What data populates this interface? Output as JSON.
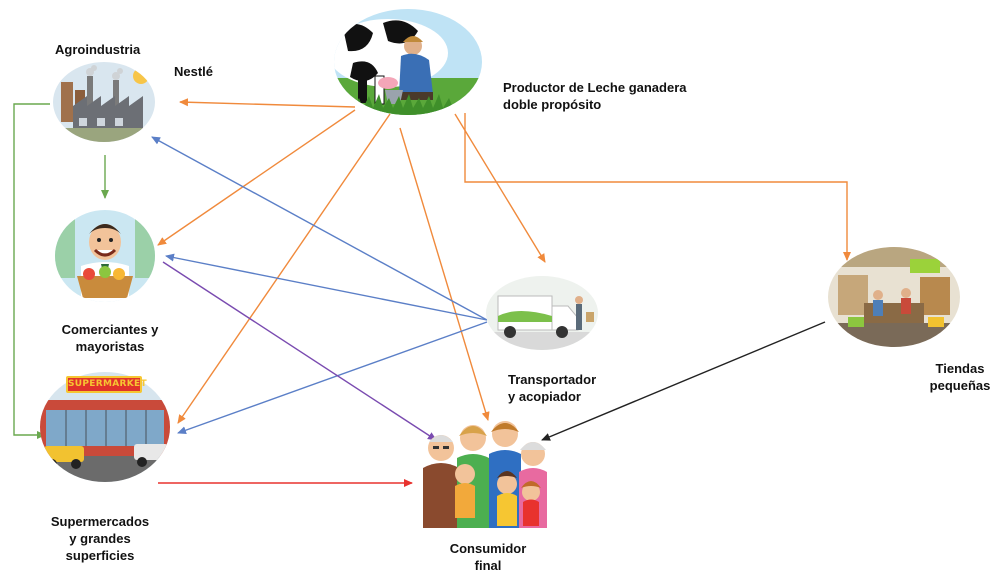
{
  "nodes": {
    "producer": {
      "label_line1": "Productor de Leche ganadera",
      "label_line2": "doble propósito"
    },
    "agro": {
      "label": "Agroindustria",
      "brand": "Nestlé"
    },
    "merchants": {
      "label_line1": "Comerciantes y",
      "label_line2": "mayoristas"
    },
    "supermarkets": {
      "label_line1": "Supermercados",
      "label_line2": "y grandes",
      "label_line3": "superficies",
      "sign_text": "SUPERMARKET"
    },
    "transporter": {
      "label_line1": "Transportador",
      "label_line2": "y acopiador"
    },
    "shops": {
      "label_line1": "Tiendas",
      "label_line2": "pequeñas"
    },
    "consumer": {
      "label_line1": "Consumidor",
      "label_line2": "final"
    }
  },
  "colors": {
    "orange": "#f08a3c",
    "blue": "#5b7fc7",
    "purple": "#7a4bb0",
    "green": "#6aa84f",
    "red": "#e8322e",
    "black": "#222222"
  }
}
